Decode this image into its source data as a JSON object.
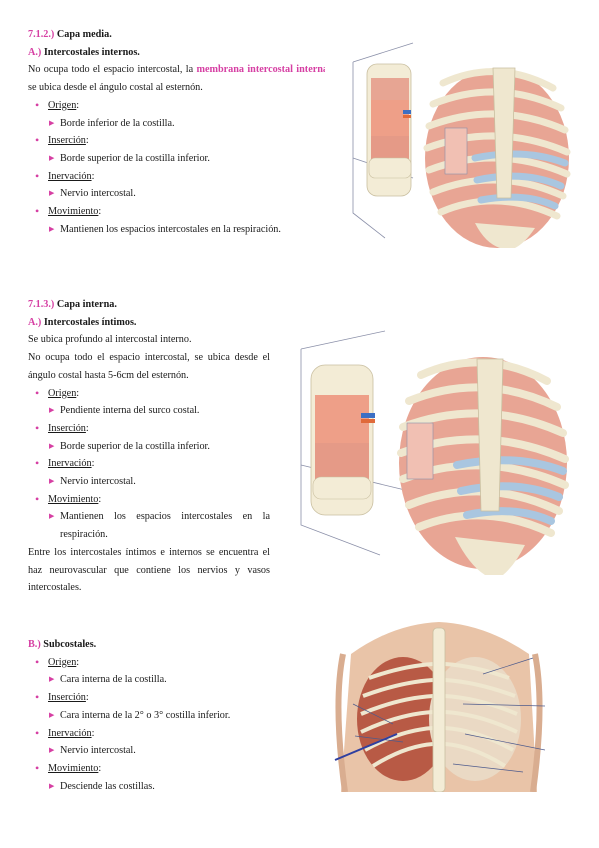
{
  "section1": {
    "number": "7.1.2.)",
    "title": "Capa media.",
    "sub_letter": "A.)",
    "sub_title": "Intercostales internos.",
    "intro_pre": "No ocupa todo el espacio intercostal, la ",
    "intro_highlight": "membrana intercostal interna",
    "intro_post": " se ubica desde el ángulo costal al esternón.",
    "items": [
      {
        "term": "Origen",
        "suffix": ":",
        "detail": "Borde inferior de la costilla."
      },
      {
        "term": "Inserción",
        "suffix": ":",
        "detail": "Borde superior de la costilla inferior."
      },
      {
        "term": "Inervación",
        "suffix": ":",
        "detail": "Nervio intercostal."
      },
      {
        "term": "Movimiento",
        "suffix": ":",
        "detail": "Mantienen los espacios intercostales en la respiración."
      }
    ]
  },
  "section2": {
    "number": "7.1.3.)",
    "title": "Capa interna.",
    "sub_letter": "A.)",
    "sub_title": "Intercostales íntimos.",
    "intro1": "Se ubica profundo al intercostal interno.",
    "intro2": "No ocupa todo el espacio intercostal, se ubica desde el ángulo costal hasta 5-6cm del esternón.",
    "items": [
      {
        "term": "Origen",
        "suffix": ":",
        "detail": "Pendiente interna del surco costal."
      },
      {
        "term": "Inserción",
        "suffix": ":",
        "detail": "Borde superior de la costilla inferior."
      },
      {
        "term": "Inervación",
        "suffix": ":",
        "detail": "Nervio intercostal."
      },
      {
        "term": "Movimiento",
        "suffix": ":",
        "detail": "Mantienen los espacios intercostales en la respiración."
      }
    ],
    "closing": "Entre los intercostales íntimos e internos se encuentra el haz neurovascular que contiene los nervios y vasos intercostales."
  },
  "section3": {
    "sub_letter": "B.)",
    "sub_title": "Subcostales.",
    "items": [
      {
        "term": "Origen",
        "suffix": ":",
        "detail": "Cara interna de la costilla."
      },
      {
        "term": "Inserción",
        "suffix": ":",
        "detail": "Cara interna de la 2° o 3° costilla inferior."
      },
      {
        "term": "Inervación",
        "suffix": ":",
        "detail": "Nervio intercostal."
      },
      {
        "term": "Movimiento",
        "suffix": ":",
        "detail": "Desciende las costillas."
      }
    ]
  },
  "colors": {
    "accent": "#d63fa3",
    "muscle": "#e59a87",
    "bone": "#efe7cf",
    "cartilage": "#a9c6e0"
  }
}
